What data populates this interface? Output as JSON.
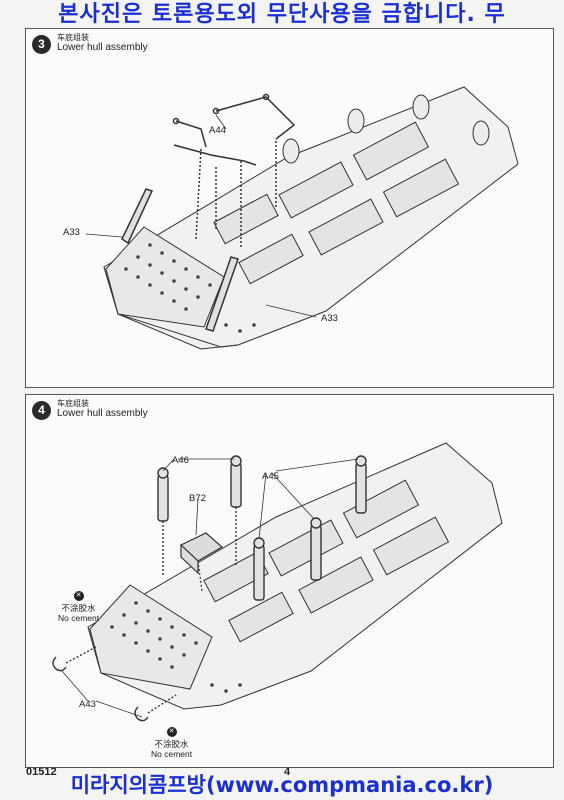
{
  "watermark_top": "본사진은 토론용도외 무단사용을 금합니다. 무",
  "watermark_bottom": "미라지의콤프방(www.compmania.co.kr)",
  "steps": [
    {
      "number": "3",
      "title_cn": "车底组装",
      "title_en": "Lower hull assembly",
      "labels": [
        "A44",
        "A33",
        "A33"
      ]
    },
    {
      "number": "4",
      "title_cn": "车底组装",
      "title_en": "Lower hull assembly",
      "labels": [
        "A46",
        "A45",
        "B72",
        "A43"
      ],
      "notes": [
        {
          "cn": "不涂胶水",
          "en": "No cement"
        },
        {
          "cn": "不涂胶水",
          "en": "No cement"
        }
      ]
    }
  ],
  "footer": {
    "product_code": "01512",
    "page_number": "4"
  }
}
